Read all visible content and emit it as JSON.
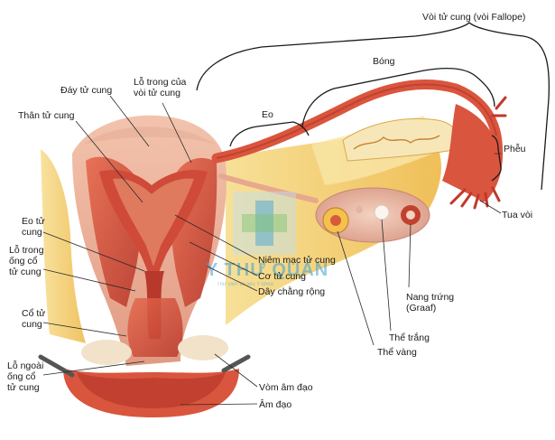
{
  "labels": {
    "fallopian_tube": "Vòi tử cung (vòi Fallope)",
    "ampulla": "Bóng",
    "isthmus_tube": "Eo",
    "fundus": "Đáy tử cung",
    "internal_ostium": [
      "Lỗ trong của",
      "vòi tử cung"
    ],
    "uterine_body": "Thân tử cung",
    "infundibulum": "Phễu",
    "fimbriae": "Tua vòi",
    "uterine_isthmus": [
      "Eo tử",
      "cung"
    ],
    "internal_os": [
      "Lỗ trong",
      "ống cổ",
      "tử cung"
    ],
    "endometrium": "Niêm mạc tử cung",
    "myometrium": "Cơ tử cung",
    "broad_ligament": "Dây chằng rộng",
    "graafian_follicle": [
      "Nang trứng",
      "(Graaf)"
    ],
    "corpus_albicans": "Thể trắng",
    "corpus_luteum": "Thể vàng",
    "cervix": [
      "Cổ tử",
      "cung"
    ],
    "external_os": [
      "Lỗ ngoài",
      "ống cổ",
      "tử cung"
    ],
    "vaginal_fornix": "Vòm âm đạo",
    "vagina": "Âm đạo"
  },
  "watermark": {
    "name": "Y THƯ QUÁN",
    "tagline": "Thư viện tài liệu Y khoa"
  },
  "colors": {
    "muscle": "#d9553d",
    "muscle_dark": "#a92d24",
    "pink": "#f0b5a0",
    "tissue_light": "#f7d7c4",
    "fat": "#f3c95a",
    "watermark_blue": "#3aa0d8",
    "watermark_green": "#7cc46a"
  }
}
